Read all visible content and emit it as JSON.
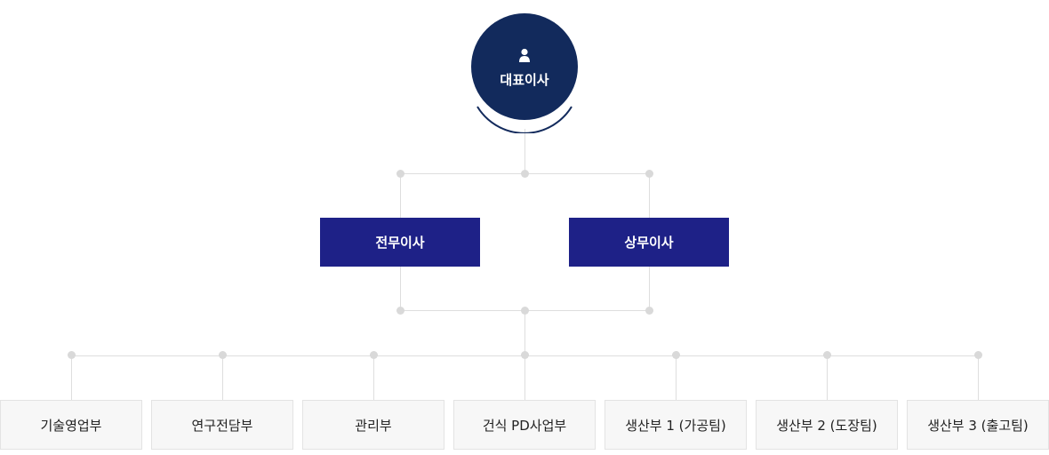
{
  "colors": {
    "ceo": "#122a5c",
    "executive": "#1e2187",
    "department_bg": "#f7f7f7",
    "connector": "#dedede"
  },
  "ceo": {
    "icon": "person-icon",
    "label": "대표이사"
  },
  "executives": [
    {
      "label": "전무이사"
    },
    {
      "label": "상무이사"
    }
  ],
  "departments": [
    {
      "label": "기술영업부"
    },
    {
      "label": "연구전담부"
    },
    {
      "label": "관리부"
    },
    {
      "label": "건식 PD사업부"
    },
    {
      "label": "생산부 1 (가공팀)"
    },
    {
      "label": "생산부 2 (도장팀)"
    },
    {
      "label": "생산부 3 (출고팀)"
    }
  ]
}
